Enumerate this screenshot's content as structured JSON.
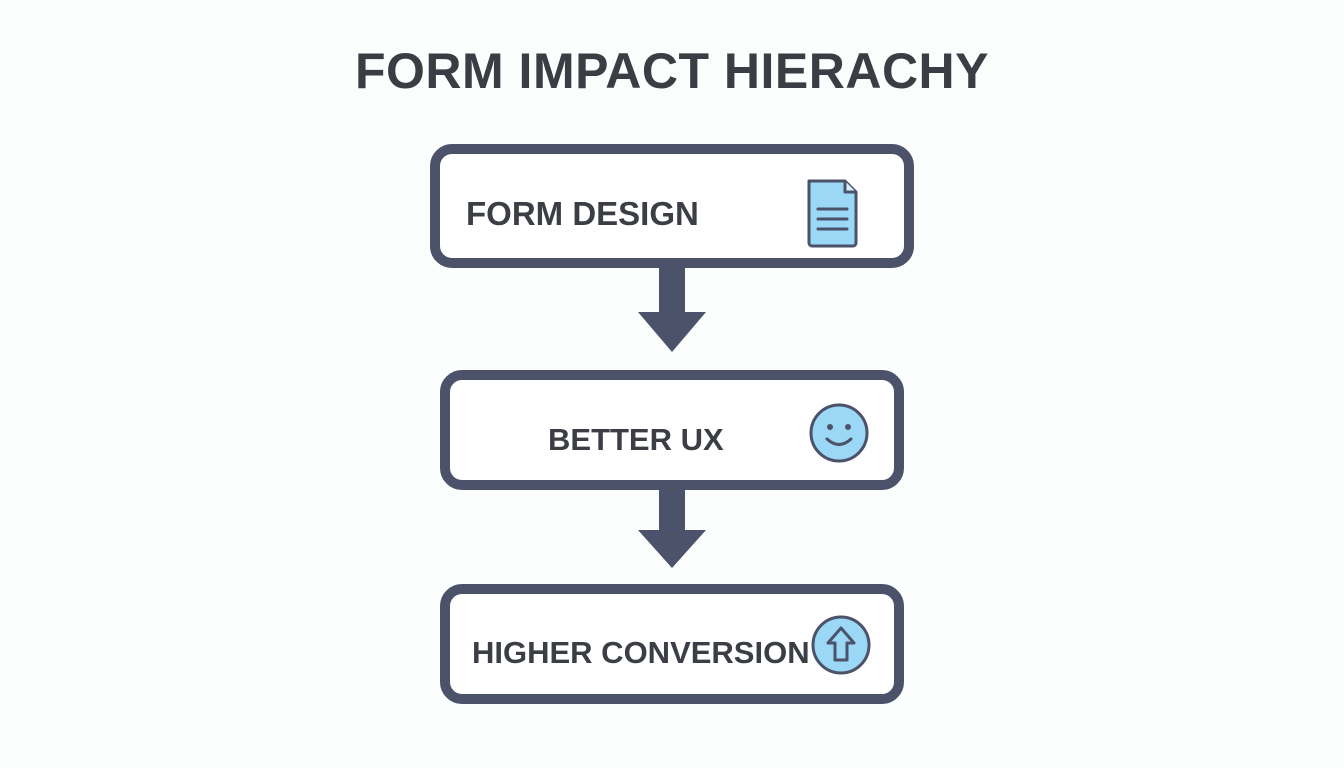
{
  "title": "FORM IMPACT HIERACHY",
  "colors": {
    "box_border": "#4b5269",
    "arrow": "#4b5269",
    "icon_fill": "#9ad8f6",
    "icon_stroke": "#4b5269",
    "text": "#3b3e44"
  },
  "steps": [
    {
      "label": "FORM DESIGN",
      "icon": "document-icon"
    },
    {
      "label": "BETTER UX",
      "icon": "smiley-icon"
    },
    {
      "label": "HIGHER CONVERSION",
      "icon": "up-arrow-circle-icon"
    }
  ]
}
